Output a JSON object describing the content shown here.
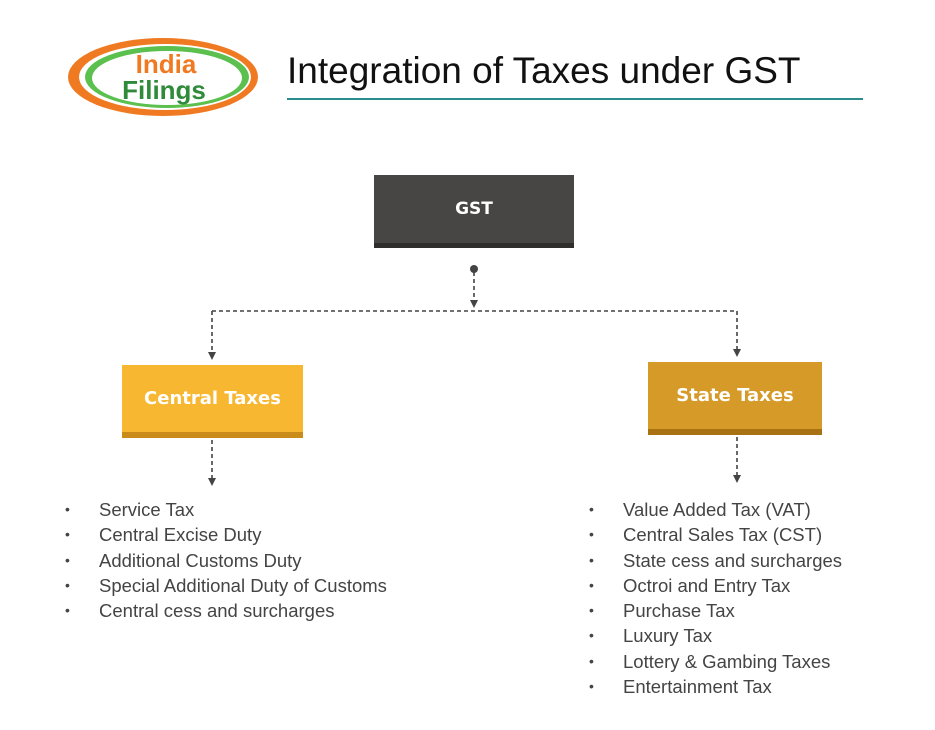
{
  "logo": {
    "line1": "India",
    "line2": "Filings",
    "colors": {
      "outer_ring": "#f07a22",
      "inner_ring": "#4fb848",
      "line1": "#f07a22",
      "line2": "#2f8a3a"
    }
  },
  "title": "Integration of Taxes under GST",
  "diagram": {
    "root": {
      "label": "GST",
      "color": "#474645"
    },
    "branches": [
      {
        "label": "Central Taxes",
        "color": "#f7b731",
        "items": [
          "Service Tax",
          "Central Excise Duty",
          "Additional Customs Duty",
          "Special Additional Duty of Customs",
          "Central cess and surcharges"
        ]
      },
      {
        "label": "State Taxes",
        "color": "#d69a29",
        "items": [
          "Value Added Tax (VAT)",
          "Central Sales Tax (CST)",
          "State cess  and surcharges",
          "Octroi and Entry Tax",
          "Purchase Tax",
          "Luxury Tax",
          "Lottery & Gambing Taxes",
          "Entertainment Tax"
        ]
      }
    ],
    "bullet": "•"
  }
}
